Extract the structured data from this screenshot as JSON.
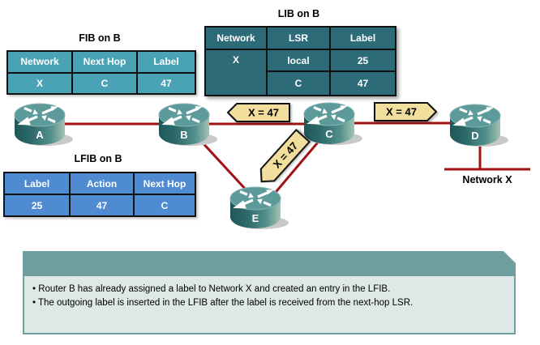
{
  "tables": {
    "fib": {
      "title": "FIB on B",
      "headers": [
        "Network",
        "Next Hop",
        "Label"
      ],
      "row": [
        "X",
        "C",
        "47"
      ]
    },
    "lib": {
      "title": "LIB on B",
      "headers": [
        "Network",
        "LSR",
        "Label"
      ],
      "network": "X",
      "rows": [
        [
          "local",
          "25"
        ],
        [
          "C",
          "47"
        ]
      ]
    },
    "lfib": {
      "title": "LFIB on B",
      "headers": [
        "Label",
        "Action",
        "Next Hop"
      ],
      "row": [
        "25",
        "47",
        "C"
      ]
    }
  },
  "routers": {
    "a": "A",
    "b": "B",
    "c": "C",
    "d": "D",
    "e": "E"
  },
  "labels": {
    "to_b": "X = 47",
    "to_d": "X = 47",
    "to_e": "X = 47",
    "network": "Network X"
  },
  "notes": {
    "line1": "Router B has already assigned a label to Network X and created an entry in the LFIB.",
    "line2": "The outgoing label is inserted in the LFIB after the label is received from the next-hop LSR."
  },
  "colors": {
    "fib_fill": "#4AA3B5",
    "lib_fill": "#2D6B78",
    "lfib_fill": "#4E8BD0",
    "link_red": "#A21212",
    "arrow_fill": "#F3DF9D",
    "router_teal": "#5D9A9A",
    "note_band": "#6F9E9E",
    "note_body": "#DDE8E7",
    "table_border": "#111111"
  }
}
